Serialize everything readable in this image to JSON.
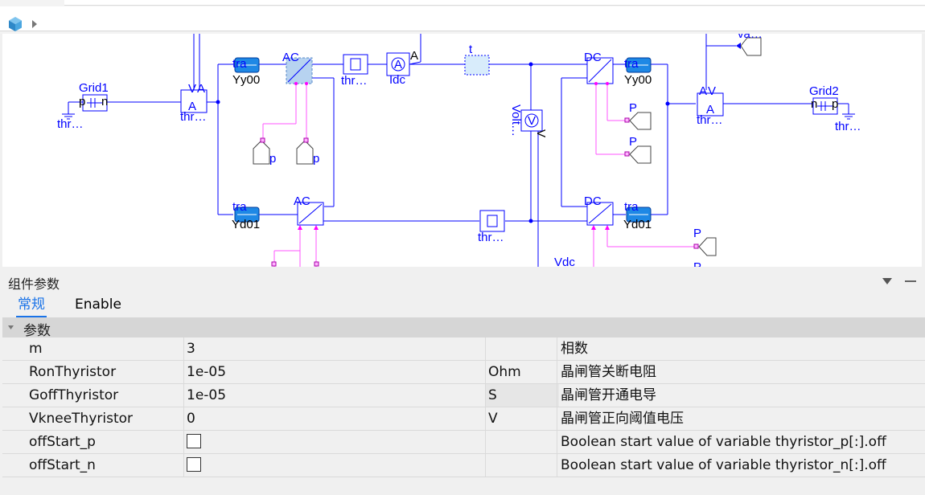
{
  "colors": {
    "accent": "#1a73e8",
    "wire": "#0000ff",
    "signal": "#ff00ff",
    "section_bg": "#d6d6d6"
  },
  "toolbar": {
    "home_icon": "cube-icon",
    "breadcrumb_icon": "chevron-right-icon"
  },
  "diagram": {
    "labels": {
      "grid1": "Grid1",
      "grid1_p": "p",
      "grid1_n": "n",
      "thr1": "thr…",
      "va1_v": "V",
      "va1_a1": "A",
      "va1_a2": "A",
      "thr2": "thr…",
      "tra1": "tra",
      "yy00_1": "Yy00",
      "ac1": "AC",
      "thr3": "thr…",
      "idc_a": "A",
      "idc": "Idc",
      "idc_out": "A",
      "t": "t",
      "volt": "Volt…",
      "volt_v": "V",
      "volt_sym": "V",
      "dc1": "DC",
      "tra2": "tra",
      "yy00_2": "Yy00",
      "p1": "P",
      "p2": "P",
      "va2_a": "A",
      "va2_v": "V",
      "va2_aa": "A",
      "thr4": "thr…",
      "va3": "va…",
      "grid2": "Grid2",
      "grid2_n": "n",
      "grid2_p": "p",
      "thr5": "thr…",
      "pl1": "p",
      "pl2": "p",
      "tra3": "tra",
      "yd01_1": "Yd01",
      "ac2": "AC",
      "thr6": "thr…",
      "dc2": "DC",
      "tra4": "tra",
      "yd01_2": "Yd01",
      "p3": "P",
      "p4": "P",
      "vdc": "Vdc"
    }
  },
  "panel": {
    "title": "组件参数",
    "dropdown_icon": "triangle-down-icon",
    "minimize_icon": "minimize-icon"
  },
  "tabs": [
    {
      "label": "常规",
      "active": true
    },
    {
      "label": "Enable",
      "active": false
    }
  ],
  "section": {
    "label": "参数",
    "icon": "collapse-arrow-icon"
  },
  "params": [
    {
      "name": "m",
      "value": "3",
      "unit": "",
      "desc": "相数"
    },
    {
      "name": "RonThyristor",
      "value": "1e-05",
      "unit": "Ohm",
      "desc": "晶闸管关断电阻"
    },
    {
      "name": "GoffThyristor",
      "value": "1e-05",
      "unit": "S",
      "desc": "晶闸管开通电导"
    },
    {
      "name": "VkneeThyristor",
      "value": "0",
      "unit": "V",
      "desc": "晶闸管正向阈值电压"
    },
    {
      "name": "offStart_p",
      "value": "",
      "unit": "",
      "desc": "Boolean start value of variable thyristor_p[:].off",
      "checked": false
    },
    {
      "name": "offStart_n",
      "value": "",
      "unit": "",
      "desc": "Boolean start value of variable thyristor_n[:].off",
      "checked": false
    }
  ]
}
